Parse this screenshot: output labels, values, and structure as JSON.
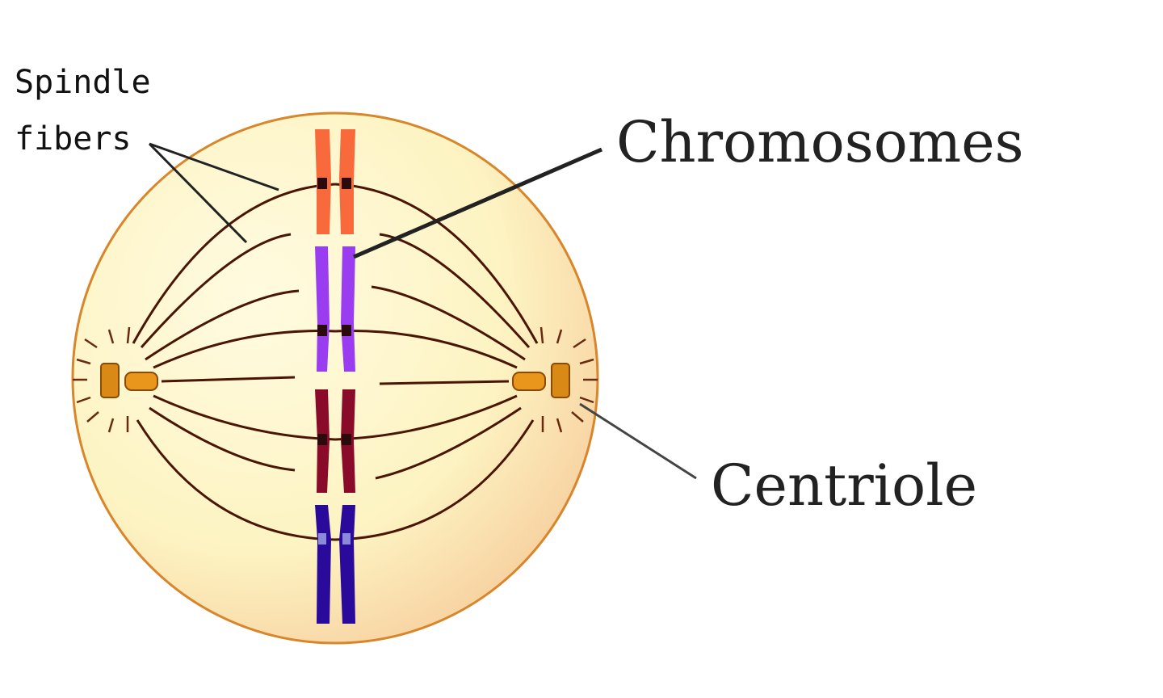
{
  "labels": {
    "spindle_line1": "Spindle",
    "spindle_line2": "fibers",
    "chromosomes": "Chromosomes",
    "centriole": "Centriole"
  },
  "colors": {
    "cell_fill": "#fdf6c8",
    "cell_shade": "#f6c796",
    "cell_outline": "#d9852a",
    "fiber": "#5a1a0a",
    "centriole": "#d98a16",
    "chromosome_1": "#f86a3c",
    "chromosome_2": "#9a3cf0",
    "chromosome_3": "#8a0a2a",
    "chromosome_4": "#2a0a9a",
    "leader_line": "#222222"
  }
}
